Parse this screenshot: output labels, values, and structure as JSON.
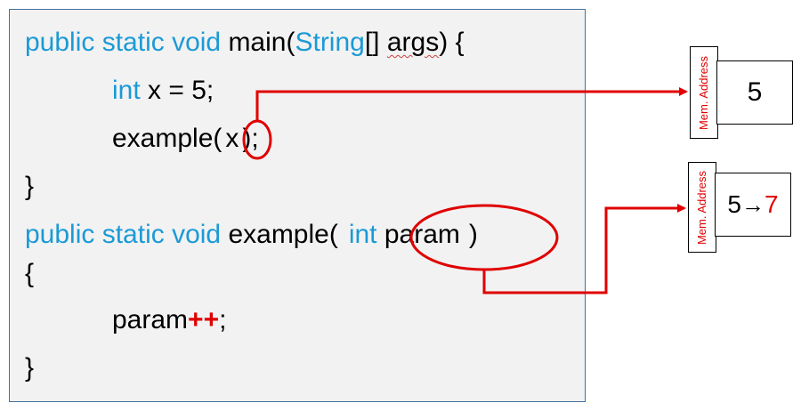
{
  "code": {
    "line1": {
      "kw1": "public static void",
      "rest1": " main(",
      "kw2": "String",
      "rest2": "[] ",
      "args": "args",
      "rest3": ") {"
    },
    "line2": {
      "kw": "int",
      "rest": " x = 5;"
    },
    "line3": {
      "pre": "example(",
      "arg": "x",
      "post": ");"
    },
    "line4": {
      "text": "}"
    },
    "line5": {
      "kw1": "public static void",
      "rest1": " example(",
      "kw2": "int",
      "rest2": " param",
      "rest3": ")"
    },
    "line6": {
      "text": "{"
    },
    "line7": {
      "pre": "param",
      "op": "++",
      "post": ";"
    },
    "line8": {
      "text": "}"
    }
  },
  "memory": {
    "cell1": {
      "label": "Mem. Address",
      "value": "5"
    },
    "cell2": {
      "label": "Mem. Address",
      "value_old": "5",
      "arrow": "→",
      "value_new": "7"
    }
  },
  "colors": {
    "keyword": "#1b9ad6",
    "highlight": "#e00000",
    "panel_bg": "#f2f2f2",
    "panel_border": "#41719c"
  }
}
